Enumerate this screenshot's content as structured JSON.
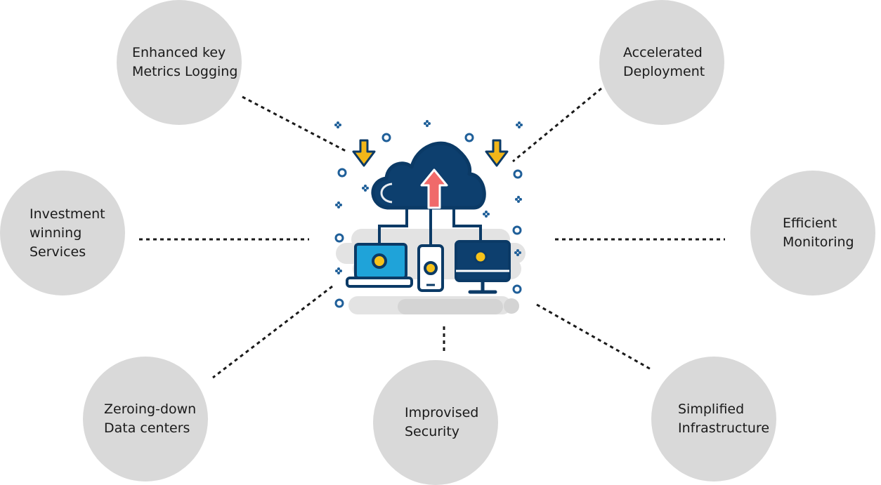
{
  "nodes": [
    {
      "id": "enhanced-key-metrics-logging",
      "label": "Enhanced key\nMetrics Logging"
    },
    {
      "id": "accelerated-deployment",
      "label": "Accelerated\nDeployment"
    },
    {
      "id": "investment-winning-services",
      "label": "Investment\nwinning\nServices"
    },
    {
      "id": "efficient-monitoring",
      "label": "Efficient\nMonitoring"
    },
    {
      "id": "zeroing-down-data-centers",
      "label": "Zeroing-down\nData centers"
    },
    {
      "id": "improvised-security",
      "label": "Improvised\nSecurity"
    },
    {
      "id": "simplified-infrastructure",
      "label": "Simplified\nInfrastructure"
    }
  ],
  "colors": {
    "node_fill": "#d9d9d9",
    "connector": "#1a1a1a",
    "cloud": "#0d3f6e",
    "cloud_outline": "#0b3a66",
    "screen": "#1fa3d9",
    "dot": "#f6c21a",
    "arrow_up": "#f06a6a",
    "arrow_down": "#f2b619",
    "backdrop": "#e3e3e3",
    "sparkle": "#1f5f99"
  },
  "icons": {
    "hub": "cloud-computing-icon",
    "devices": [
      "laptop-icon",
      "smartphone-icon",
      "desktop-monitor-icon"
    ],
    "arrows": [
      "download-arrow-icon",
      "upload-arrow-icon"
    ]
  }
}
